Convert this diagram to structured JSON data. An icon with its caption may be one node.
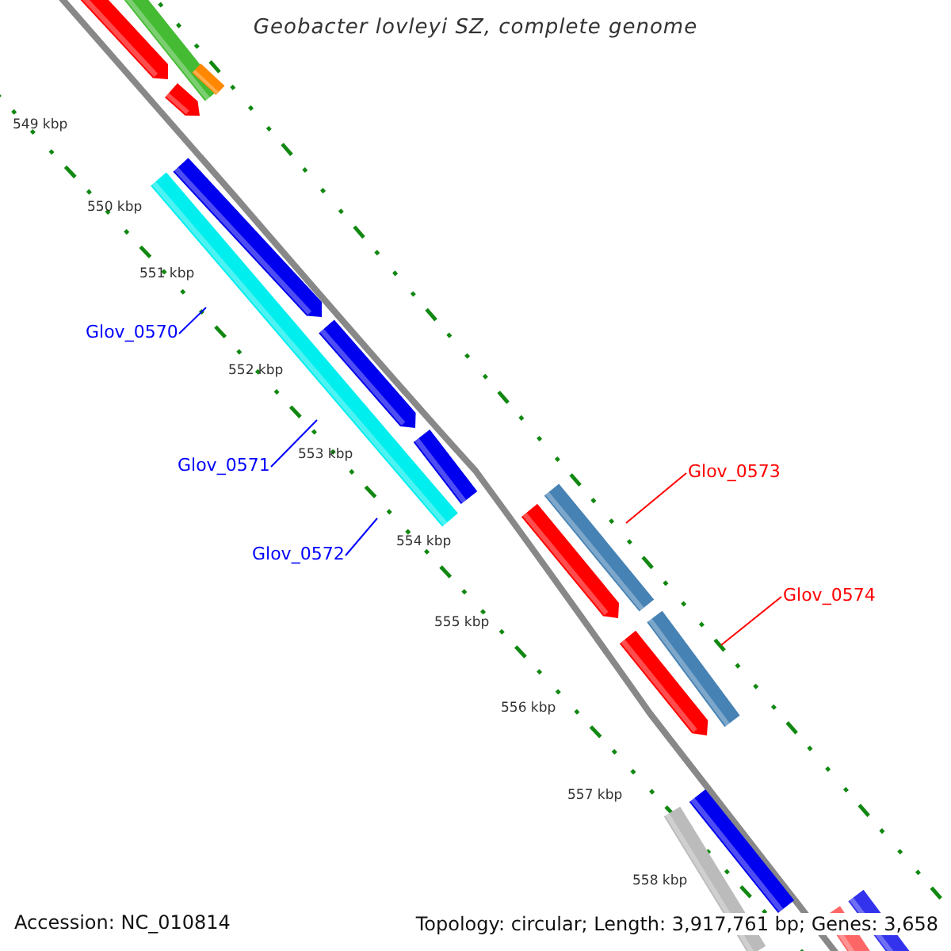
{
  "diagram": {
    "title": "Geobacter lovleyi SZ, complete genome",
    "nodes": [
      {
        "text": [
          "Glov_0570"
        ]
      },
      {
        "text": [
          "Glov_0571"
        ]
      },
      {
        "text": [
          "Glov_0572"
        ]
      },
      {
        "text": [
          "Glov_0573"
        ]
      },
      {
        "text": [
          "Glov_0574"
        ]
      }
    ],
    "edges": [
      {
        "from": 0,
        "to": null,
        "arrow": "none"
      },
      {
        "from": 1,
        "to": null,
        "arrow": "none"
      },
      {
        "from": 2,
        "to": null,
        "arrow": "none"
      },
      {
        "from": 3,
        "to": null,
        "arrow": "none",
        "color": "#ff0000"
      },
      {
        "from": 4,
        "to": null,
        "arrow": "none",
        "color": "#ff0000"
      }
    ],
    "labels": [
      "549 kbp",
      "550 kbp",
      "551 kbp",
      "552 kbp",
      "553 kbp",
      "554 kbp",
      "555 kbp",
      "556 kbp",
      "557 kbp",
      "558 kbp",
      "Accession: NC_010814",
      "Topology: circular; Length: 3,917,761 bp; Genes: 3,658"
    ]
  }
}
